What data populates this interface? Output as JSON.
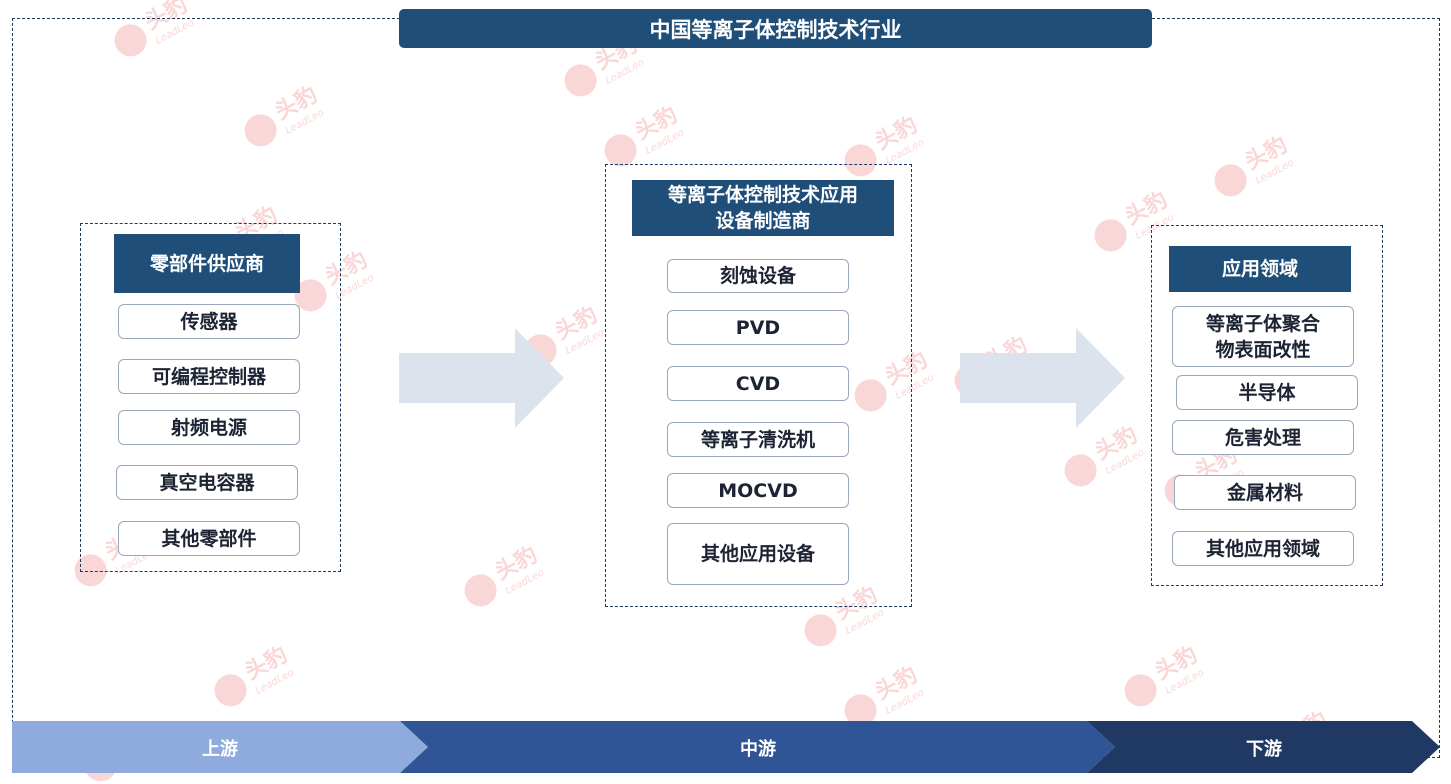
{
  "title": "中国等离子体控制技术行业",
  "upstream": {
    "header": "零部件供应商",
    "items": [
      "传感器",
      "可编程控制器",
      "射频电源",
      "真空电容器",
      "其他零部件"
    ]
  },
  "midstream": {
    "header_line1": "等离子体控制技术应用",
    "header_line2": "设备制造商",
    "items": [
      "刻蚀设备",
      "PVD",
      "CVD",
      "等离子清洗机",
      "MOCVD",
      "其他应用设备"
    ]
  },
  "downstream": {
    "header": "应用领域",
    "item0_line1": "等离子体聚合",
    "item0_line2": "物表面改性",
    "items": [
      "半导体",
      "危害处理",
      "金属材料",
      "其他应用领域"
    ]
  },
  "stages": [
    "上游",
    "中游",
    "下游"
  ],
  "watermark": {
    "brand_cn": "头豹",
    "brand_en": "LeadLeo"
  },
  "colors": {
    "header_fill": "#1f4e79",
    "stage_upstream": "#8faadc",
    "stage_midstream": "#2f5597",
    "stage_downstream": "#1f3864",
    "arrow_fill": "#dde3ec",
    "watermark": "#f2a7a7"
  }
}
